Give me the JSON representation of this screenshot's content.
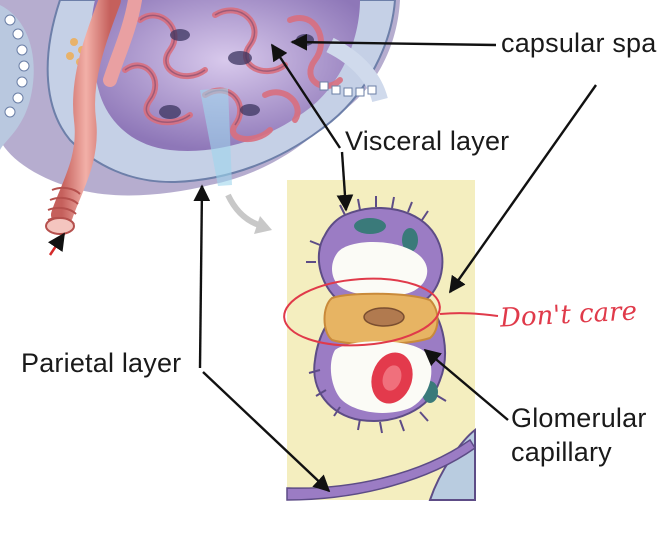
{
  "labels": {
    "capsular_space": "capsular spa",
    "visceral_layer": "Visceral layer",
    "parietal_layer": "Parietal layer",
    "glomerular_capillary_line1": "Glomerular",
    "glomerular_capillary_line2": "capillary"
  },
  "annotation": {
    "handwritten_note": "Don't care",
    "ink_color": "#e03a4a"
  },
  "colors": {
    "inset_background": "#f4eebf",
    "tissue_purple": "#9b7cc4",
    "tissue_pink": "#e9a2b2",
    "arteriole": "#e58f86",
    "red_blood_cell": "#e33a4c",
    "arrow": "#111111"
  }
}
